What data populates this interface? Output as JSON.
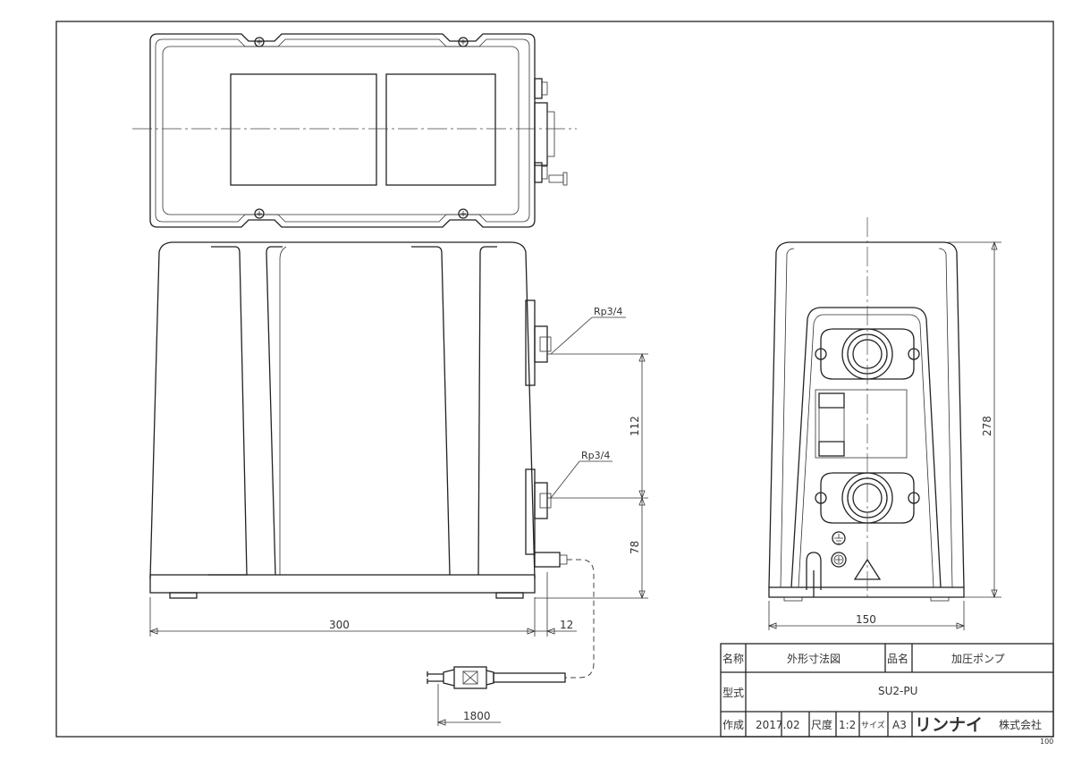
{
  "drawing": {
    "dimensions": {
      "width_front": "300",
      "offset_outlet": "12",
      "cord_length": "1800",
      "pitch_ports": "112",
      "height_lower_port": "78",
      "width_side": "150",
      "height_total": "278"
    },
    "port_labels": {
      "upper": "Rp3/4",
      "lower": "Rp3/4"
    }
  },
  "title_block": {
    "name_label": "名称",
    "name_value": "外形寸法図",
    "product_label": "品名",
    "product_value": "加圧ポンプ",
    "model_label": "型式",
    "model_value": "SU2-PU",
    "created_label": "作成",
    "created_value": "2017.02",
    "scale_label": "尺度",
    "scale_value": "1:2",
    "size_label": "サイズ",
    "size_value": "A3",
    "company_logo": "リンナイ",
    "company_suffix": "株式会社"
  },
  "sheet_number": "100"
}
